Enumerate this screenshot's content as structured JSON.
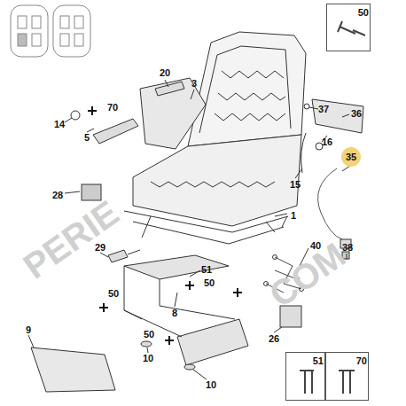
{
  "diagram": {
    "nodes": [
      {
        "text": [
          "50"
        ]
      },
      {
        "text": [
          "35"
        ]
      },
      {
        "text": [
          "51"
        ]
      },
      {
        "text": [
          "70"
        ]
      }
    ],
    "labels": [
      "20",
      "3",
      "37",
      "36",
      "70",
      "14",
      "5",
      "16",
      "15",
      "28",
      "1",
      "40",
      "29",
      "38",
      "51",
      "50",
      "50",
      "8",
      "50",
      "9",
      "26",
      "10",
      "10",
      "PERIE",
      "COM"
    ]
  }
}
